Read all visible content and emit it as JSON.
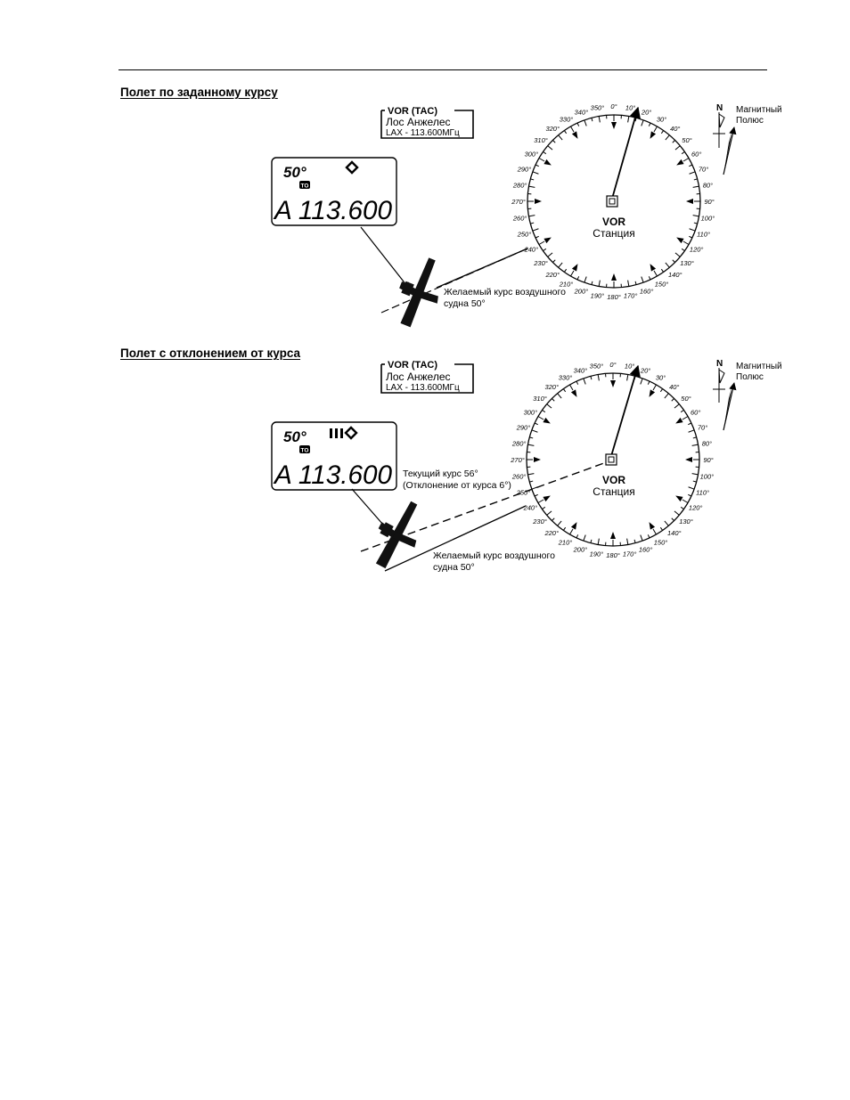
{
  "sections": [
    {
      "title": "Полет по заданному курсу",
      "display": {
        "course": "50°",
        "flag": "TO",
        "freq": "A 113.600",
        "deviation_bars": 0
      },
      "station_box": {
        "label": "VOR (TAC)",
        "city": "Лос Анжелес",
        "freq": "LAX - 113.600МГц"
      },
      "station": {
        "line1": "VOR",
        "line2": "Станция"
      },
      "north": {
        "letter": "N",
        "line1": "Магнитный",
        "line2": "Полюс"
      },
      "desired_label": {
        "line1": "Желаемый курс воздушного",
        "line2": "судна 50°"
      }
    },
    {
      "title": "Полет с отклонением от курса",
      "display": {
        "course": "50°",
        "flag": "TO",
        "freq": "A 113.600",
        "deviation_bars": 3
      },
      "station_box": {
        "label": "VOR (TAC)",
        "city": "Лос Анжелес",
        "freq": "LAX - 113.600МГц"
      },
      "station": {
        "line1": "VOR",
        "line2": "Станция"
      },
      "north": {
        "letter": "N",
        "line1": "Магнитный",
        "line2": "Полюс"
      },
      "current_label": {
        "line1": "Текущий курс 56°",
        "line2": "(Отклонение от курса 6°)"
      },
      "desired_label": {
        "line1": "Желаемый курс воздушного",
        "line2": "судна 50°"
      }
    }
  ],
  "compass_labels": [
    "0°",
    "10°",
    "20°",
    "30°",
    "40°",
    "50°",
    "60°",
    "70°",
    "80°",
    "90°",
    "100°",
    "110°",
    "120°",
    "130°",
    "140°",
    "150°",
    "160°",
    "170°",
    "180°",
    "190°",
    "200°",
    "210°",
    "220°",
    "230°",
    "240°",
    "250°",
    "260°",
    "270°",
    "280°",
    "290°",
    "300°",
    "310°",
    "320°",
    "330°",
    "340°",
    "350°"
  ]
}
